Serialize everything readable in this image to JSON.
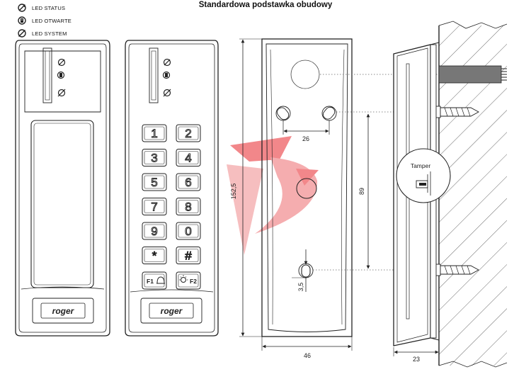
{
  "title": "Standardowa podstawka obudowy",
  "legend": [
    {
      "label": "LED STATUS",
      "icon": "led-status-icon"
    },
    {
      "label": "LED OTWARTE",
      "icon": "led-open-icon"
    },
    {
      "label": "LED SYSTEM",
      "icon": "led-system-icon"
    }
  ],
  "brand": "roger",
  "keypad": [
    "1",
    "2",
    "3",
    "4",
    "5",
    "6",
    "7",
    "8",
    "9",
    "0",
    "*",
    "#"
  ],
  "fn_keys": {
    "f1": "F1",
    "f2": "F2"
  },
  "dimensions": {
    "height": "152,5",
    "width": "46",
    "hole_spacing_horizontal": "26",
    "hole_spacing_vertical": "89",
    "slot": "3,5",
    "depth": "23"
  },
  "tamper_label": "Tamper",
  "colors": {
    "watermark": "#e8262b",
    "line": "#222222"
  }
}
